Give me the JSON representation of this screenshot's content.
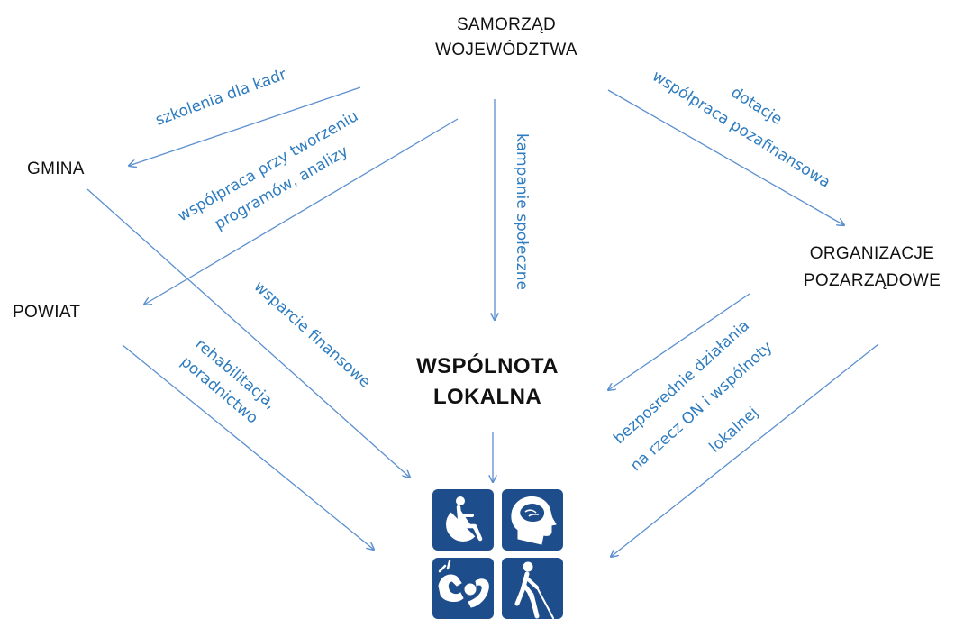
{
  "colors": {
    "arrow": "#5b8fd0",
    "label": "#2e7cbf",
    "text": "#111111",
    "icon_tile": "#1e4d8c",
    "icon_glyph": "#ffffff"
  },
  "nodes": {
    "samorzad": [
      "SAMORZĄD",
      "WOJEWÓDZTWA"
    ],
    "gmina": "GMINA",
    "powiat": "POWIAT",
    "organizacje": [
      "ORGANIZACJE",
      "POZARZĄDOWE"
    ],
    "wspolnota": [
      "WSPÓLNOTA",
      "LOKALNA"
    ]
  },
  "labels": {
    "szkolenia": "szkolenia dla kadr",
    "wspolpraca_programy": [
      "współpraca przy tworzeniu",
      "programów, analizy"
    ],
    "kampanie": "kampanie społeczne",
    "dotacje": [
      "dotacje",
      "współpraca pozafinansowa"
    ],
    "wsparcie": "wsparcie finansowe",
    "rehabilitacja": [
      "rehabilitacja,",
      "poradnictwo"
    ],
    "bezposrednie": [
      "bezpośrednie działania",
      "na rzecz ON i wspólnoty",
      "lokalnej"
    ]
  },
  "icons": [
    "wheelchair-icon",
    "head-brain-icon",
    "sign-language-icon",
    "blind-cane-icon"
  ]
}
